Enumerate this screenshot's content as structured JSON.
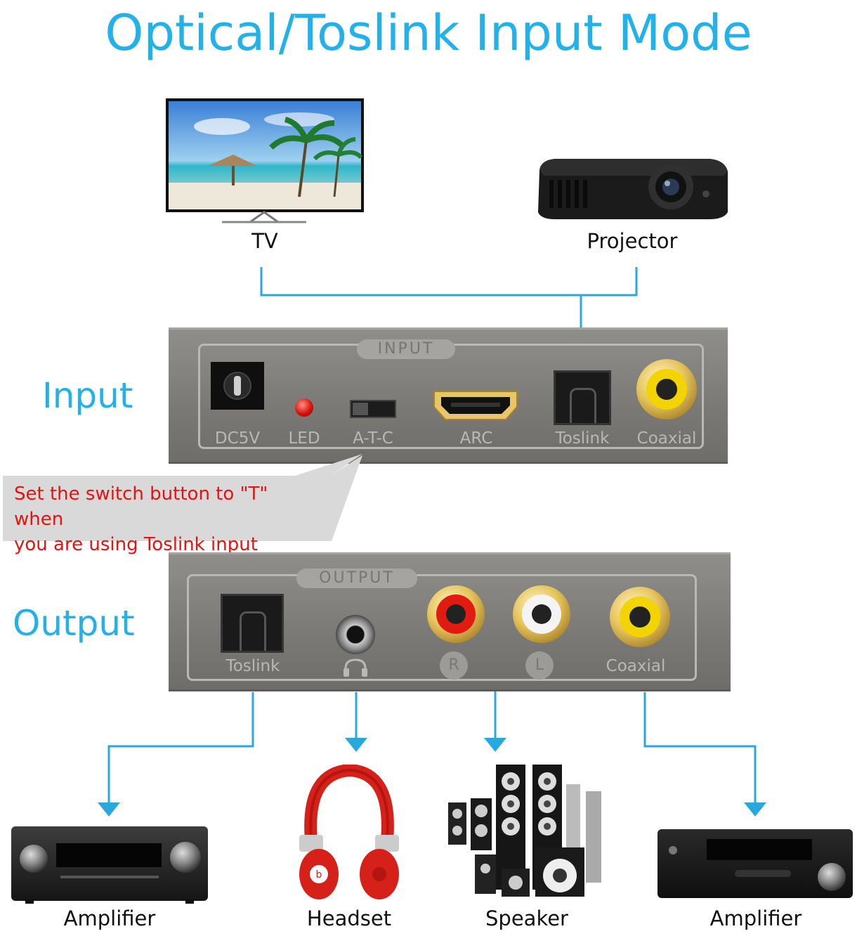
{
  "title": "Optical/Toslink Input Mode",
  "sources": {
    "tv_label": "TV",
    "projector_label": "Projector"
  },
  "input_panel": {
    "side_label": "Input",
    "tag": "INPUT",
    "ports": {
      "dc5v": "DC5V",
      "led": "LED",
      "atc": "A-T-C",
      "arc": "ARC",
      "toslink": "Toslink",
      "coaxial": "Coaxial"
    }
  },
  "callout": {
    "line1": "Set the switch button to \"T\" when",
    "line2": "you are using Toslink input"
  },
  "output_panel": {
    "side_label": "Output",
    "tag": "OUTPUT",
    "ports": {
      "toslink": "Toslink",
      "right": "R",
      "left": "L",
      "coaxial": "Coaxial"
    }
  },
  "destinations": {
    "amplifier_left": "Amplifier",
    "headset": "Headset",
    "speaker": "Speaker",
    "amplifier_right": "Amplifier"
  },
  "colors": {
    "accent": "#22b1e8",
    "line": "#2aa7dd",
    "callout_text": "#e8110f",
    "panel": "#7f7e7a"
  }
}
